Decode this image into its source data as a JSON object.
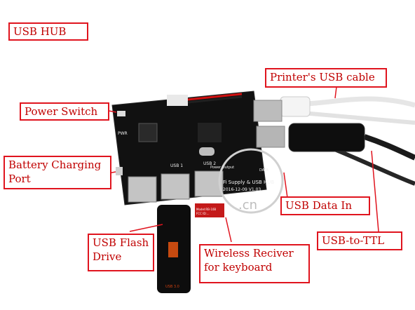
{
  "labels": {
    "usb_hub": "USB HUB",
    "printer_cable": "Printer's USB cable",
    "power_switch": "Power Switch",
    "battery_line1": "Battery Charging",
    "battery_line2": "Port",
    "usb_data_in": "USB Data In",
    "usb_to_ttl": "USB-to-TTL",
    "flash_line1": "USB Flash",
    "flash_line2": "Drive",
    "wireless_line1": "Wireless Reciver",
    "wireless_line2": "for keyboard"
  },
  "board_text": {
    "brand": "Fi Supply & USB HUB",
    "date_version": "2016-12-09  V1.03",
    "usb1": "USB 1",
    "usb2": "USB 2",
    "pwr": "PWR",
    "power_output": "Power Output",
    "data": "DATA",
    "usb3": "USB 3.0",
    "watermark": ".cn",
    "receiver_model": "Model:RB-10B",
    "receiver_fcc": "FCC ID:..."
  },
  "colors": {
    "label_border": "#e0141e",
    "label_text": "#c00000",
    "board": "#111111",
    "arrow": "#e0141e"
  }
}
